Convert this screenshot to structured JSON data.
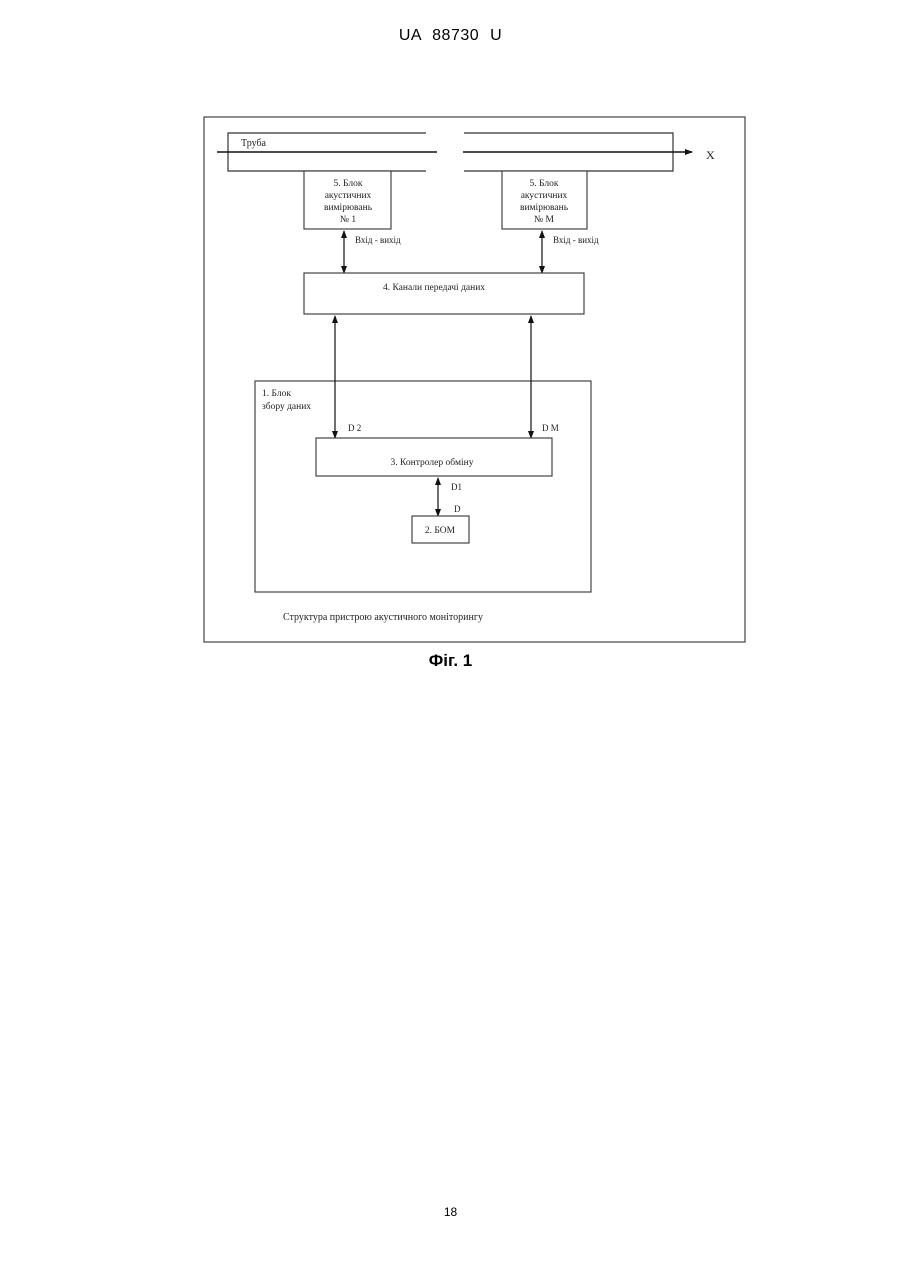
{
  "header": {
    "patent_number": "UA   88730   U"
  },
  "diagram": {
    "pipe_label": "Труба",
    "axis_label": "Х",
    "sensor_block_1": [
      "5.  Блок",
      "акустичних",
      "вимірювань",
      "№ 1"
    ],
    "sensor_block_m": [
      "5.  Блок",
      "акустичних",
      "вимірювань",
      "№ М"
    ],
    "io_label_1": "Вхід - вихід",
    "io_label_m": "Вхід - вихід",
    "channels_label": "4. Канали передачі даних",
    "collector_label": [
      "1. Блок",
      "збору даних"
    ],
    "d2_label": "D 2",
    "dm_label": "D M",
    "controller_label": "3. Контролер обміну",
    "d1_label": "D1",
    "d_label": "D",
    "bom_label": "2. БОМ",
    "structure_caption": "Структура пристрою акустичного моніторингу"
  },
  "figure_caption": "Фіг. 1",
  "footer": {
    "page_number": "18"
  }
}
